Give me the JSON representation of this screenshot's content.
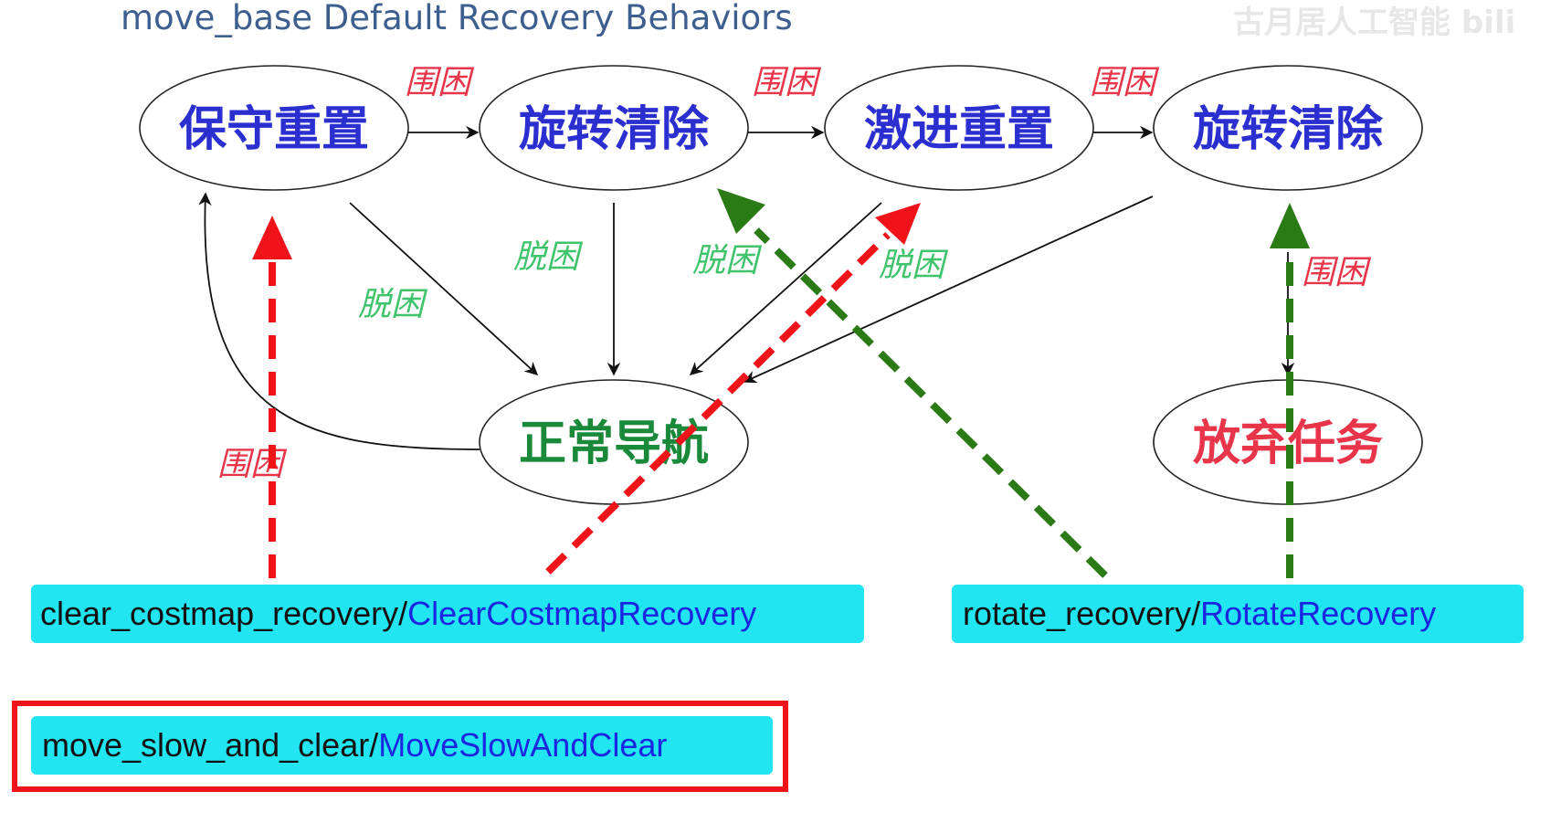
{
  "title": "move_base Default Recovery Behaviors",
  "watermark": "古月居人工智能 bili",
  "nodes": {
    "conservative_reset": "保守重置",
    "rotate_clear_1": "旋转清除",
    "aggressive_reset": "激进重置",
    "rotate_clear_2": "旋转清除",
    "normal_navigation": "正常导航",
    "abort": "放弃任务"
  },
  "edge_labels": {
    "stuck": "围困",
    "unstuck": "脱困"
  },
  "plugins": {
    "clear_costmap": {
      "package": "clear_costmap_recovery/",
      "class": "ClearCostmapRecovery"
    },
    "rotate": {
      "package": "rotate_recovery/",
      "class": "RotateRecovery"
    },
    "move_slow": {
      "package": "move_slow_and_clear/",
      "class": "MoveSlowAndClear"
    }
  },
  "colors": {
    "node_text_blue": "#2b2fd0",
    "node_text_green": "#1a8a3a",
    "node_text_red": "#e8354a",
    "stuck_label": "#e8354a",
    "unstuck_label": "#3fc46b",
    "red_arrow": "#f0141a",
    "green_arrow": "#2a7a16",
    "plugin_bg": "#22e5f2",
    "highlight_border": "#f0141a"
  }
}
